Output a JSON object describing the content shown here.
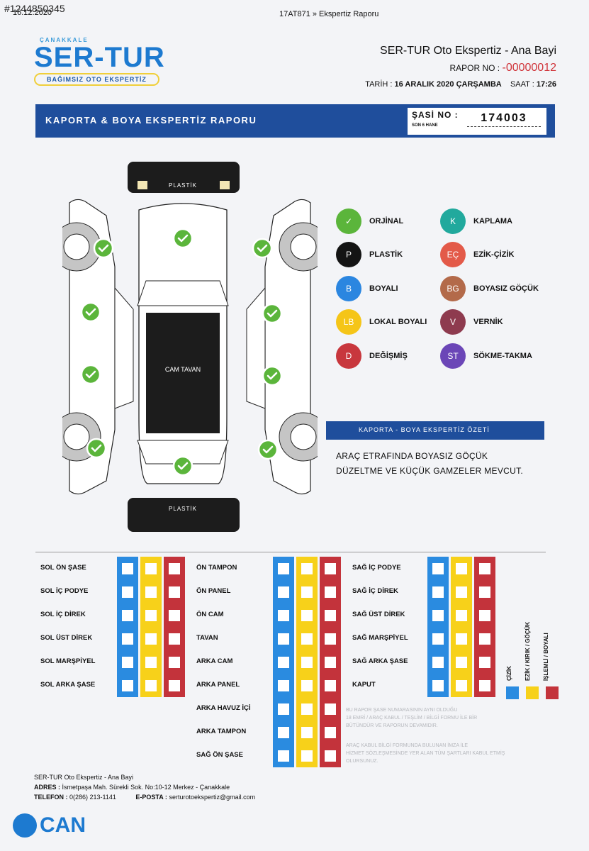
{
  "header": {
    "listing_no": "#1244850345",
    "date": "16.12.2020",
    "breadcrumb": "17AT871 » Ekspertiz Raporu"
  },
  "logo": {
    "city": "ÇANAKKALE",
    "name": "SER-TUR",
    "tagline": "BAĞIMSIZ OTO EKSPERTİZ"
  },
  "company": {
    "name": "SER-TUR Oto Ekspertiz - Ana Bayi",
    "rapor_label": "RAPOR NO :",
    "rapor_no": "-00000012",
    "tarih_label": "TARİH :",
    "tarih": "16 ARALIK 2020 ÇARŞAMBA",
    "saat_label": "SAAT :",
    "saat": "17:26"
  },
  "banner": {
    "title": "KAPORTA & BOYA EKSPERTİZ RAPORU",
    "chassis_label": "ŞASİ NO :",
    "chassis_sub": "SON 6 HANE",
    "chassis_no": "174003"
  },
  "diagram": {
    "plastic_front": "PLASTİK",
    "plastic_rear": "PLASTİK",
    "roof": "CAM TAVAN"
  },
  "legend": [
    {
      "code": "✓",
      "label": "ORJİNAL",
      "color": "#5bb53b"
    },
    {
      "code": "K",
      "label": "KAPLAMA",
      "color": "#21a99d"
    },
    {
      "code": "P",
      "label": "PLASTİK",
      "color": "#141414"
    },
    {
      "code": "EÇ",
      "label": "EZİK-ÇİZİK",
      "color": "#e35a49"
    },
    {
      "code": "B",
      "label": "BOYALI",
      "color": "#2b86e0"
    },
    {
      "code": "BG",
      "label": "BOYASIZ GÖÇÜK",
      "color": "#b36a4a"
    },
    {
      "code": "LB",
      "label": "LOKAL BOYALI",
      "color": "#f5c518"
    },
    {
      "code": "V",
      "label": "VERNİK",
      "color": "#8e3b4f"
    },
    {
      "code": "D",
      "label": "DEĞİŞMİŞ",
      "color": "#c8373d"
    },
    {
      "code": "ST",
      "label": "SÖKME-TAKMA",
      "color": "#6b46b7"
    }
  ],
  "summary": {
    "title": "KAPORTA - BOYA EKSPERTİZ ÖZETİ",
    "line1": "ARAÇ ETRAFINDA BOYASIZ GÖÇÜK",
    "line2": "DÜZELTME VE KÜÇÜK GAMZELER MEVCUT."
  },
  "parts": {
    "col1": [
      "SOL ÖN ŞASE",
      "SOL İÇ PODYE",
      "SOL İÇ DİREK",
      "SOL ÜST DİREK",
      "SOL MARŞPİYEL",
      "SOL ARKA ŞASE"
    ],
    "col2": [
      "ÖN TAMPON",
      "ÖN PANEL",
      "ÖN CAM",
      "TAVAN",
      "ARKA CAM",
      "ARKA PANEL",
      "ARKA HAVUZ İÇİ",
      "ARKA TAMPON",
      "SAĞ ÖN ŞASE"
    ],
    "col3": [
      "SAĞ İÇ PODYE",
      "SAĞ İÇ DİREK",
      "SAĞ ÜST DİREK",
      "SAĞ MARŞPİYEL",
      "SAĞ ARKA ŞASE",
      "KAPUT"
    ]
  },
  "key": {
    "cizik": "ÇİZİK",
    "ezik": "EZİK / KIRIK / GÖÇÜK",
    "islemli": "İŞLEMLİ / BOYALI"
  },
  "notes": {
    "n1a": "BU RAPOR ŞASE NUMARASININ AYNI OLDUĞU",
    "n1b": "18 EMRİ / ARAÇ KABUL / TEŞLİM / BİLGİ FORMU İLE BİR",
    "n1c": "BÜTÜNDÜR VE RAPORUN DEVAMIDIR.",
    "n2a": "ARAÇ KABUL BİLGİ FORMUNDA BULUNAN İMZA İLE",
    "n2b": "HİZMET SÖZLEŞMESİNDE YER ALAN TÜM ŞARTLARI KABUL ETMİŞ",
    "n2c": "OLURSUNUZ."
  },
  "footer": {
    "name": "SER-TUR Oto Ekspertiz - Ana Bayi",
    "adres_label": "ADRES :",
    "adres": "İsmetpaşa Mah. Sürekli Sok. No:10-12 Merkez - Çanakkale",
    "tel_label": "TELEFON :",
    "tel": "0(286) 213-1141",
    "email_label": "E-POSTA :",
    "email": "serturotoekspertiz@gmail.com",
    "can": "CAN"
  }
}
